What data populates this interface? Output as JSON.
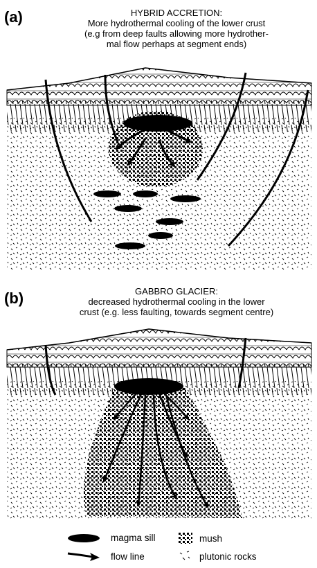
{
  "panel_a": {
    "letter": "(a)",
    "title": "HYBRID ACCRETION:",
    "lines": [
      "More hydrothermal cooling of the lower crust",
      "(e.g from deep faults allowing more hydrother-",
      "mal flow perhaps at segment ends)"
    ]
  },
  "panel_b": {
    "letter": "(b)",
    "title": "GABBRO GLACIER:",
    "lines": [
      "decreased hydrothermal cooling in the lower",
      "crust (e.g. less faulting, towards segment centre)"
    ]
  },
  "legend": {
    "magma_sill": "magma sill",
    "mush": "mush",
    "flow_line": "flow line",
    "plutonic_rocks": "plutonic rocks"
  },
  "colors": {
    "ink": "#000000",
    "paper": "#ffffff"
  }
}
